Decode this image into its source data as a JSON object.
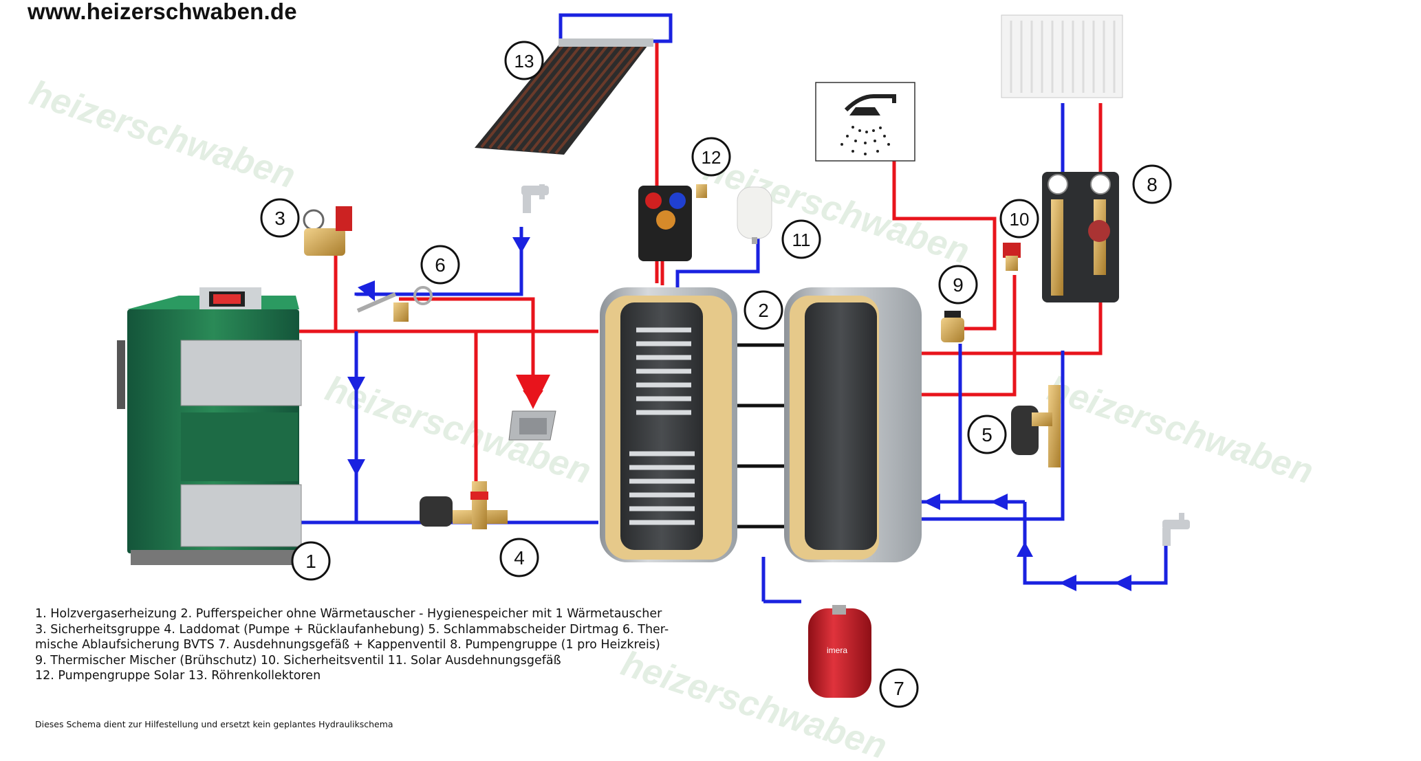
{
  "site": {
    "url": "www.heizerschwaben.de"
  },
  "watermark": {
    "text": "heizerschwaben"
  },
  "badges": {
    "n1": "1",
    "n2": "2",
    "n3": "3",
    "n4": "4",
    "n5": "5",
    "n6": "6",
    "n7": "7",
    "n8": "8",
    "n9": "9",
    "n10": "10",
    "n11": "11",
    "n12": "12",
    "n13": "13"
  },
  "legend": {
    "line1": "1. Holzvergaserheizung   2. Pufferspeicher ohne Wärmetauscher - Hygienespeicher mit 1 Wärmetauscher",
    "line2": "3. Sicherheitsgruppe   4. Laddomat (Pumpe + Rücklaufanhebung) 5. Schlammabscheider Dirtmag   6. Ther-",
    "line3": "mische Ablaufsicherung BVTS   7. Ausdehnungsgefäß + Kappenventil   8. Pumpengruppe (1 pro Heizkreis)",
    "line4": "9. Thermischer Mischer (Brühschutz)   10. Sicherheitsventil 11. Solar Ausdehnungsgefäß",
    "line5": "12. Pumpengruppe Solar   13. Röhrenkollektoren"
  },
  "disclaimer": "Dieses Schema dient zur Hilfestellung und ersetzt kein geplantes Hydraulikschema",
  "expansion_vessel_brand": "imera",
  "colors": {
    "flow": "#e8141c",
    "return": "#1a22e0",
    "boiler": "#1f7a4a",
    "vessel": "#c8202a",
    "tank": "#b9bdc2",
    "insulation": "#e6c98a"
  }
}
